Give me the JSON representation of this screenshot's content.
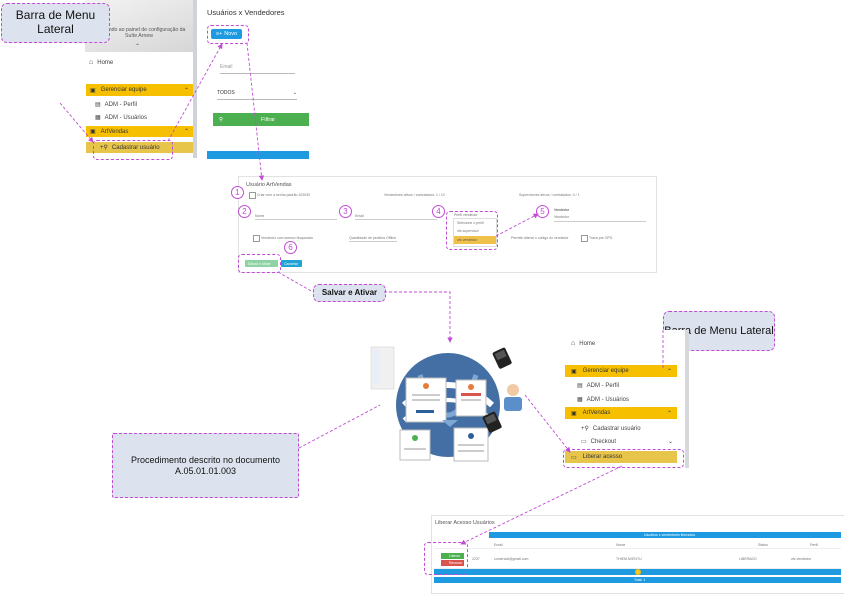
{
  "callouts": {
    "sidebar_top": "Barra de Menu Lateral",
    "sidebar_right": "Barra de Menu Lateral",
    "save_activate": "Salvar e Ativar",
    "procedure": "Procedimento descrito no documento A.05.01.01.003"
  },
  "sidebar_left": {
    "welcome": "Bem-vindo ao painel de configuração da Suíte Arnew",
    "home": "Home",
    "group1": "Gerenciar equipe",
    "item_perfil": "ADM - Perfil",
    "item_usuarios": "ADM - Usuários",
    "group2": "ArtVendas",
    "item_cadastrar": "Cadastrar usuário"
  },
  "users_panel": {
    "title": "Usuários x Vendedores",
    "new_button": "Novo",
    "email_placeholder": "Email",
    "select_value": "TODOS",
    "filter_button": "Filtrar"
  },
  "form_panel": {
    "title": "Usuário ArtVendas",
    "checkbox_label": "Criar com a senha padrão 102030",
    "info_mid": "Vendedores ativos / contratados: 1 / 10",
    "info_right": "Supervisores ativos / contratados: 0 / 1",
    "field_name": "Nome",
    "field_email": "Email",
    "field_profile": "Perfil vendedor",
    "profile_options": [
      "Selecione o perfil",
      "ofs supervisor",
      "ofs vendedor"
    ],
    "field_vendedor": "Vendedor",
    "vendedor_placeholder": "Vendedor",
    "cb_blocked": "Vendedor com acesso bloqueado",
    "qty_field": "Quantidade de pedidos Offline",
    "cb_sync": "Permite alterar o código do vendedor",
    "cb_gps": "Trava por GPS",
    "save_button": "Salvar e Ativar",
    "cancel_button": "Cancelar",
    "markers": [
      "1",
      "2",
      "3",
      "4",
      "5",
      "6"
    ]
  },
  "sidebar_right": {
    "home": "Home",
    "group1": "Gerenciar equipe",
    "item_perfil": "ADM - Perfil",
    "item_usuarios": "ADM - Usuários",
    "group2": "ArtVendas",
    "item_cadastrar": "Cadastrar usuário",
    "item_checkout": "Checkout",
    "item_liberar": "Liberar acesso"
  },
  "access_panel": {
    "title": "Liberar Acesso Usuários",
    "banner": "Usuários x vendedores liberados",
    "headers": [
      "",
      "Email",
      "Nome",
      "Status",
      "Perfil"
    ],
    "row": {
      "code": "2237",
      "email": "comercial@gmail.com",
      "name": "THIEM AVENTU",
      "status": "LIBERADO",
      "profile": "ofs vendedor"
    },
    "approve": "Liberar",
    "reject": "Recusar",
    "page": "1",
    "footer": "Total: 1"
  },
  "colors": {
    "accent_purple": "#c24bd6",
    "callout_bg": "#dde3ee",
    "menu_yellow": "#f6c000",
    "blue": "#1e9be0",
    "green": "#4caf50"
  }
}
